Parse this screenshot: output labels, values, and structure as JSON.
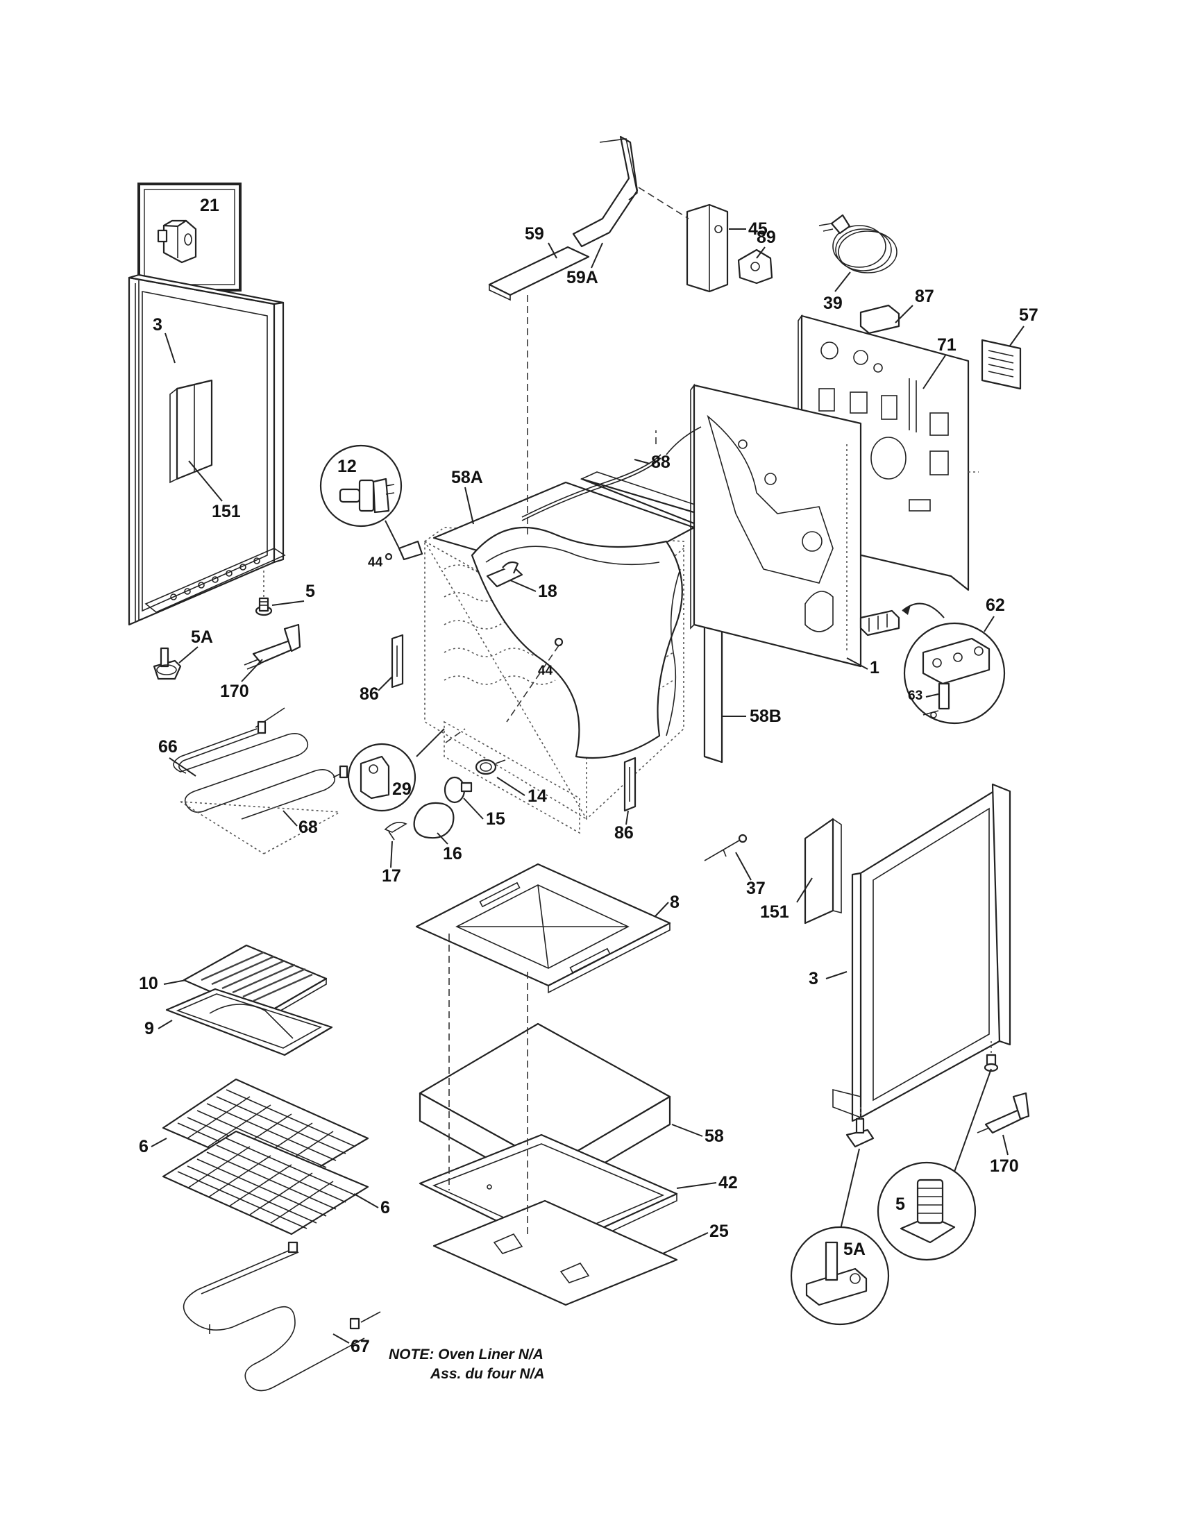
{
  "diagram": {
    "part_numbers": {
      "p21": "21",
      "p3_left": "3",
      "p151_left": "151",
      "p5_left": "5",
      "p5A_left": "5A",
      "p170_left": "170",
      "p12": "12",
      "p44_a": "44",
      "p58A": "58A",
      "p18": "18",
      "p44_b": "44",
      "p86_a": "86",
      "p58B": "58B",
      "p59": "59",
      "p59A": "59A",
      "p45": "45",
      "p39": "39",
      "p87": "87",
      "p57": "57",
      "p89": "89",
      "p71": "71",
      "p88": "88",
      "p1": "1",
      "p62": "62",
      "p63": "63",
      "p66": "66",
      "p68": "68",
      "p29": "29",
      "p14": "14",
      "p15": "15",
      "p16": "16",
      "p17": "17",
      "p86_b": "86",
      "p37": "37",
      "p8": "8",
      "p151_right": "151",
      "p3_right": "3",
      "p10": "10",
      "p9": "9",
      "p6_a": "6",
      "p6_b": "6",
      "p67": "67",
      "p58": "58",
      "p42": "42",
      "p25": "25",
      "p170_right": "170",
      "p5_right": "5",
      "p5A_right": "5A"
    },
    "note_line1": "NOTE: Oven Liner N/A",
    "note_line2": "Ass. du four N/A"
  }
}
